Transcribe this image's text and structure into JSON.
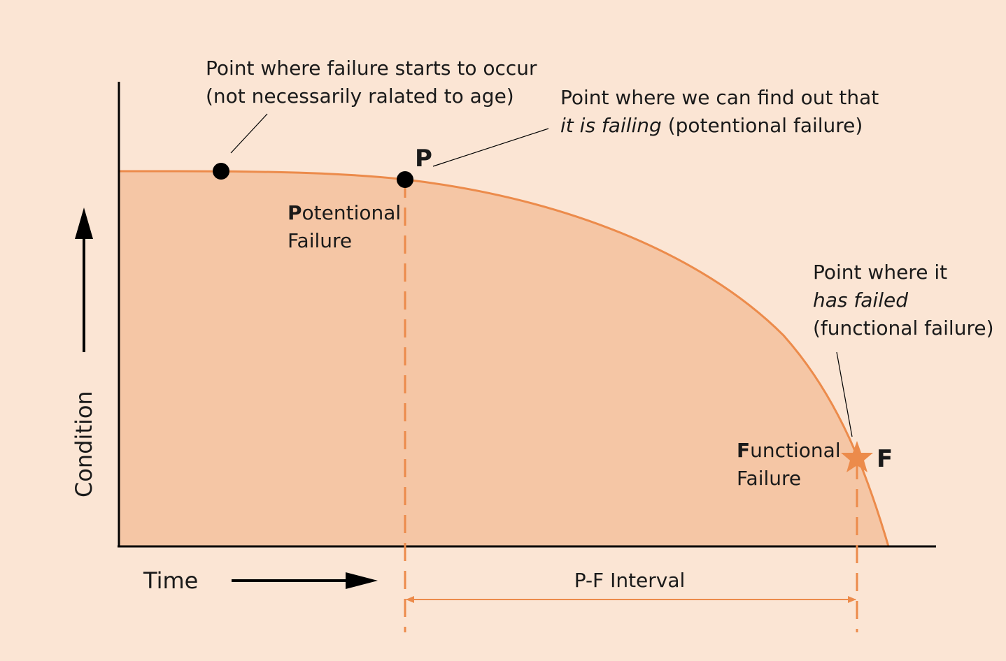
{
  "diagram": {
    "colors": {
      "background": "#fbe5d4",
      "area_fill": "#f5c6a5",
      "curve": "#ec8b4b",
      "axis": "#000000",
      "marker": "#000000"
    },
    "axes": {
      "y_label": "Condition",
      "x_label": "Time"
    },
    "annotations": {
      "failure_start": {
        "line1": "Point where failure starts to occur",
        "line2": "(not necessarily ralated to age)"
      },
      "potential_point": {
        "line1": "Point where we can find out that",
        "line2_italic": "it is failing",
        "line2_rest": " (potentional failure)"
      },
      "functional_point": {
        "line1": "Point where it",
        "line2_italic": "has failed",
        "line3": "(functional failure)"
      }
    },
    "markers": {
      "p_label": "P",
      "f_label": "F"
    },
    "region_labels": {
      "potential": {
        "initial": "P",
        "rest": "otentional",
        "line2": "Failure"
      },
      "functional": {
        "initial": "F",
        "rest": "unctional",
        "line2": "Failure"
      }
    },
    "interval_label": "P-F Interval",
    "icons": [
      "up-arrow-icon",
      "right-arrow-icon",
      "star-icon",
      "double-arrow-icon"
    ]
  }
}
